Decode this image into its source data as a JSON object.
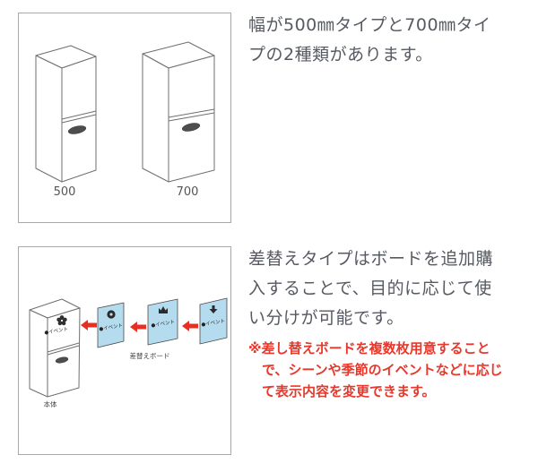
{
  "sections": [
    {
      "name": "width-types",
      "description_lines": [
        "幅が500㎜タイプと700㎜タイ",
        "プの2種類があります。"
      ],
      "figure": {
        "cabinet_small_label": "500",
        "cabinet_large_label": "700"
      }
    },
    {
      "name": "replaceable-board",
      "description_lines": [
        "差替えタイプはボードを追加購",
        "入することで、目的に応じて使",
        "い分けが可能です。"
      ],
      "note_lines": [
        "※差し替えボードを複数枚用意すること",
        "で、シーンや季節のイベントなどに応じ",
        "て表示内容を変更できます。"
      ],
      "figure": {
        "cabinet_label": "本体",
        "boards_label": "差替えボード",
        "sign_text": "●イベント"
      }
    }
  ],
  "colors": {
    "text": "#565a62",
    "note": "#e8382c",
    "arrow": "#e82f23",
    "board_fill": "#b5dcee",
    "drawing_line": "#6f6f6f",
    "box_border": "#a8a8a8"
  }
}
